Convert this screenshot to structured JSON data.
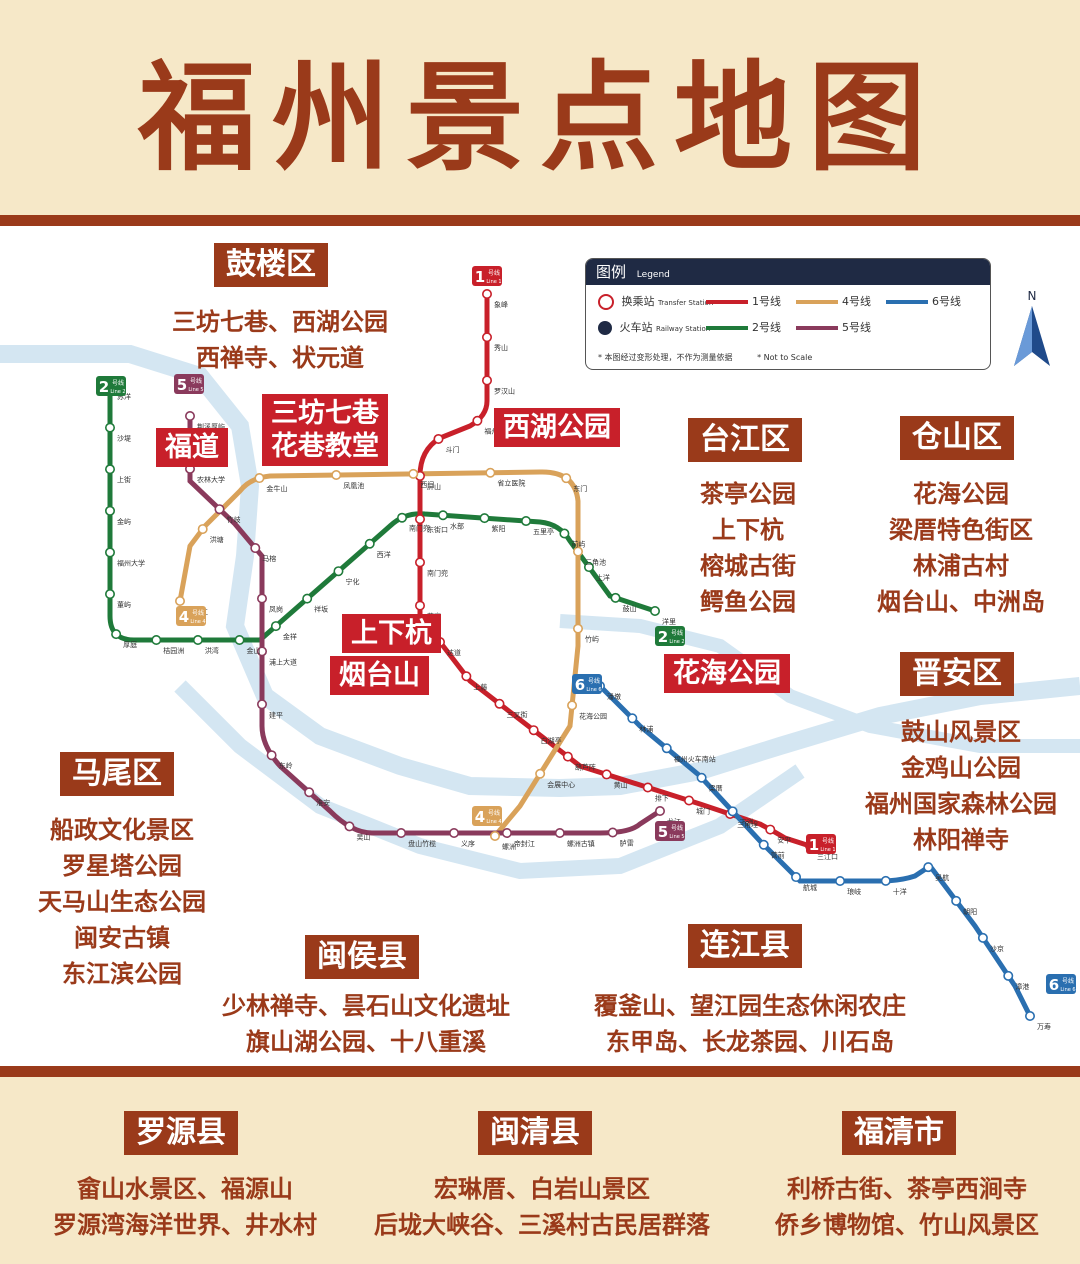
{
  "title": "福州景点地图",
  "legend": {
    "title": "图例",
    "title_en": "Legend",
    "transfer": "换乘站",
    "transfer_en": "Transfer Station",
    "railway": "火车站",
    "railway_en": "Railway Station",
    "note": "* 本图经过变形处理，不作为测量依据",
    "note_en": "* Not to Scale",
    "lines": [
      {
        "name": "1号线",
        "en": "Line 1",
        "color": "#c8202a"
      },
      {
        "name": "2号线",
        "en": "Line 2",
        "color": "#1f7a3a"
      },
      {
        "name": "4号线",
        "en": "Line 4",
        "color": "#d9a25a"
      },
      {
        "name": "5号线",
        "en": "Line 5",
        "color": "#8a3a5c"
      },
      {
        "name": "6号线",
        "en": "Line 6",
        "color": "#2a6fb0"
      }
    ]
  },
  "districts": [
    {
      "name": "鼓楼区",
      "spots": [
        "三坊七巷、西湖公园",
        "西禅寺、状元道"
      ]
    },
    {
      "name": "台江区",
      "spots": [
        "茶亭公园",
        "上下杭",
        "榕城古街",
        "鳄鱼公园"
      ]
    },
    {
      "name": "仓山区",
      "spots": [
        "花海公园",
        "梁厝特色街区",
        "林浦古村",
        "烟台山、中洲岛"
      ]
    },
    {
      "name": "晋安区",
      "spots": [
        "鼓山风景区",
        "金鸡山公园",
        "福州国家森林公园",
        "林阳禅寺"
      ]
    },
    {
      "name": "马尾区",
      "spots": [
        "船政文化景区",
        "罗星塔公园",
        "天马山生态公园",
        "闽安古镇",
        "东江滨公园"
      ]
    },
    {
      "name": "闽侯县",
      "spots": [
        "少林禅寺、昙石山文化遗址",
        "旗山湖公园、十八重溪"
      ]
    },
    {
      "name": "连江县",
      "spots": [
        "覆釜山、望江园生态休闲农庄",
        "东甲岛、长龙茶园、川石岛"
      ]
    },
    {
      "name": "罗源县",
      "spots": [
        "畲山水景区、福源山",
        "罗源湾海洋世界、井水村"
      ]
    },
    {
      "name": "闽清县",
      "spots": [
        "宏琳厝、白岩山景区",
        "后垅大峡谷、三溪村古民居群落"
      ]
    },
    {
      "name": "福清市",
      "spots": [
        "利桥古街、茶亭西涧寺",
        "侨乡博物馆、竹山风景区"
      ]
    }
  ],
  "map_spots": [
    "三坊七巷",
    "花巷教堂",
    "福道",
    "西湖公园",
    "上下杭",
    "烟台山",
    "花海公园"
  ],
  "line_badges": [
    {
      "num": "1",
      "text": "号线",
      "en": "Line 1"
    },
    {
      "num": "2",
      "text": "号线",
      "en": "Line 2"
    },
    {
      "num": "5",
      "text": "号线",
      "en": "Line 5"
    },
    {
      "num": "4",
      "text": "号线",
      "en": "Line 4"
    },
    {
      "num": "2",
      "text": "号线",
      "en": "Line 2"
    },
    {
      "num": "6",
      "text": "号线",
      "en": "Line 6"
    },
    {
      "num": "4",
      "text": "号线",
      "en": "Line 4"
    },
    {
      "num": "5",
      "text": "号线",
      "en": "Line 5"
    },
    {
      "num": "1",
      "text": "号线",
      "en": "Line 1"
    },
    {
      "num": "6",
      "text": "号线",
      "en": "Line 6"
    }
  ],
  "stations": {
    "line1": [
      "象峰",
      "秀山",
      "罗汉山",
      "福州火车站",
      "斗门",
      "屏山",
      "东街口",
      "南门兜",
      "茶亭",
      "达道",
      "上藤",
      "三叉街",
      "白湖亭",
      "葫芦阵",
      "黄山",
      "排下",
      "城门",
      "三角埕",
      "安平",
      "三江口"
    ],
    "line2": [
      "苏洋",
      "沙堤",
      "上街",
      "金屿",
      "福州大学",
      "董屿",
      "厚庭",
      "桔园洲",
      "洪湾",
      "金山",
      "金祥",
      "祥坂",
      "宁化",
      "西洋",
      "南门兜",
      "水部",
      "紫阳",
      "五里亭",
      "前屿",
      "上洋",
      "鼓山",
      "洋里"
    ],
    "line4": [
      "帝封江",
      "洪塘",
      "金牛山",
      "凤凰池",
      "西门",
      "省立医院",
      "东门",
      "三角池",
      "竹屿",
      "花海公园",
      "会展中心",
      "螺洲"
    ],
    "line5": [
      "荆溪厚屿",
      "农林大学",
      "竹岐",
      "马榕",
      "凤岗",
      "浦上大道",
      "建平",
      "东岭",
      "淮安",
      "吴山",
      "盘山竹榄",
      "义序",
      "帝封江",
      "螺洲古镇",
      "胪雷",
      "龙江"
    ],
    "line6": [
      "潘墩",
      "林浦",
      "福州火车南站",
      "梁厝",
      "下洋",
      "营前",
      "航城",
      "琅岐",
      "十洋",
      "吴航",
      "朝阳",
      "沙京",
      "漳港",
      "万寿"
    ]
  }
}
